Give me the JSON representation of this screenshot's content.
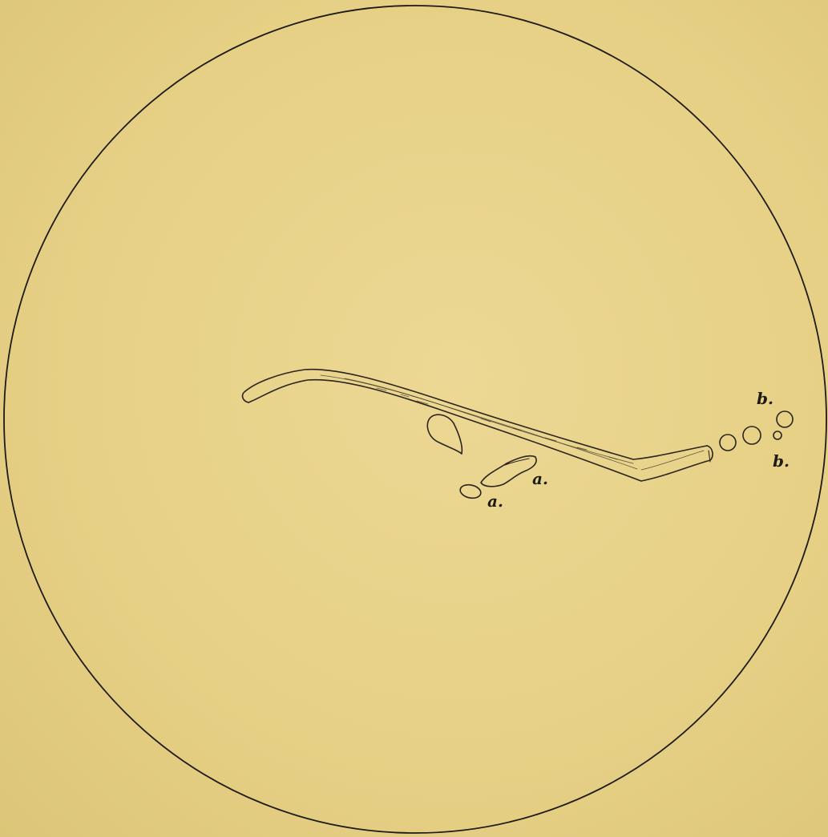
{
  "figure": {
    "label_a_upper": "a.",
    "label_a_lower": "a.",
    "label_b_upper": "b.",
    "label_b_lower": "b.",
    "paper_color": "#e8d38b",
    "ink_color": "#2a241b"
  }
}
